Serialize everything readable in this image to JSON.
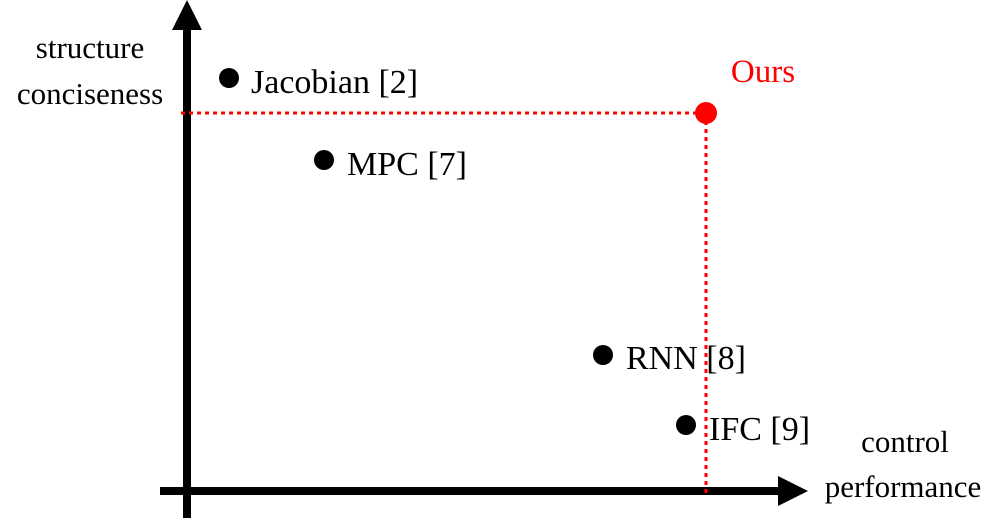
{
  "axes": {
    "y_label_line1": "structure",
    "y_label_line2": "conciseness",
    "x_label_line1": "control",
    "x_label_line2": "performance"
  },
  "points": [
    {
      "id": "jacobian",
      "label": "Jacobian [2]",
      "x": 0.07,
      "y": 0.84,
      "highlight": false
    },
    {
      "id": "mpc",
      "label": "MPC [7]",
      "x": 0.27,
      "y": 0.66,
      "highlight": false
    },
    {
      "id": "rnn",
      "label": "RNN [8]",
      "x": 0.82,
      "y": 0.27,
      "highlight": false
    },
    {
      "id": "ifc",
      "label": "IFC [9]",
      "x": 0.95,
      "y": 0.14,
      "highlight": false
    },
    {
      "id": "ours",
      "label": "Ours",
      "x": 0.98,
      "y": 0.76,
      "highlight": true
    }
  ],
  "colors": {
    "axis": "#000000",
    "point": "#000000",
    "highlight": "#ff0000"
  }
}
